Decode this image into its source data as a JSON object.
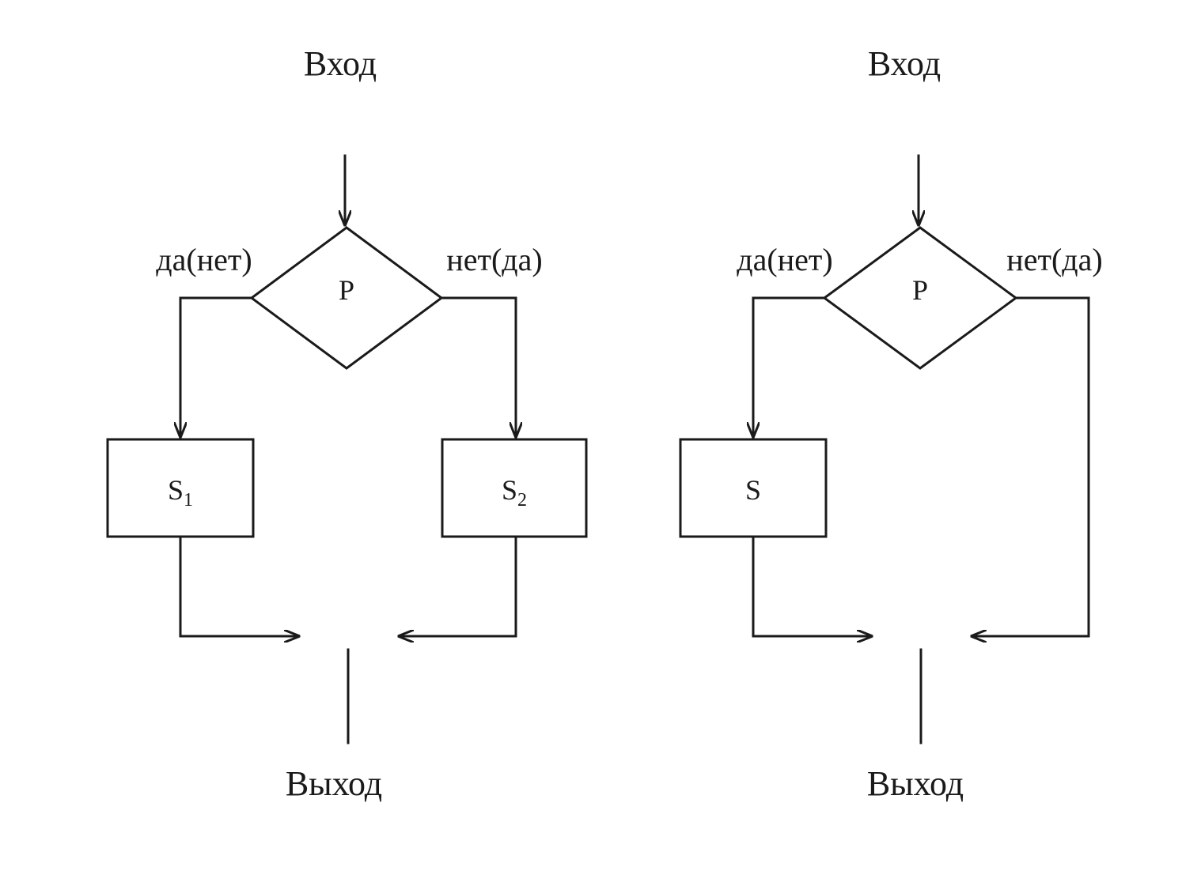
{
  "diagrams": [
    {
      "entry": "Вход",
      "exit": "Выход",
      "condition": "P",
      "yes_branch": "да(нет)",
      "no_branch": "нет(да)",
      "left_block": {
        "main": "S",
        "sub": "1"
      },
      "right_block": {
        "main": "S",
        "sub": "2"
      }
    },
    {
      "entry": "Вход",
      "exit": "Выход",
      "condition": "P",
      "yes_branch": "да(нет)",
      "no_branch": "нет(да)",
      "left_block": {
        "main": "S",
        "sub": ""
      }
    }
  ],
  "colors": {
    "ink": "#1a1a1a",
    "background": "#ffffff"
  }
}
